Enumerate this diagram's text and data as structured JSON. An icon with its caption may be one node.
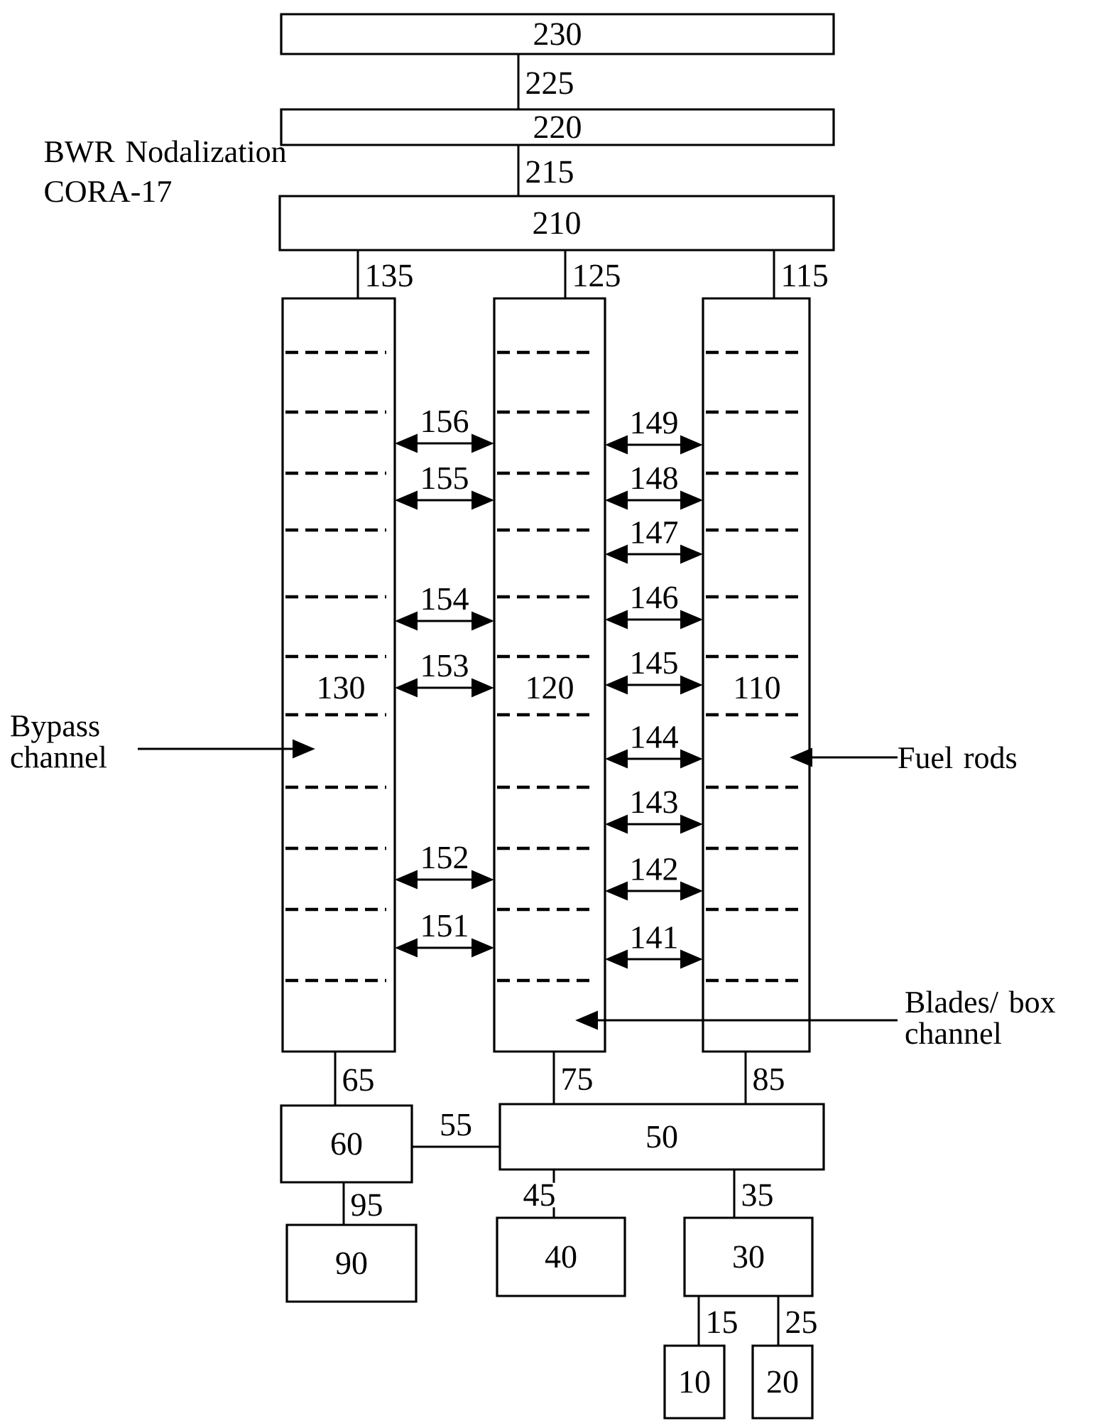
{
  "diagram": {
    "title": "BWR Nodalization CORA-17",
    "nodes": [
      {
        "text": [
          "230"
        ]
      },
      {
        "text": [
          "220"
        ]
      },
      {
        "text": [
          "210"
        ]
      },
      {
        "text": [
          "130"
        ]
      },
      {
        "text": [
          "120"
        ]
      },
      {
        "text": [
          "110"
        ]
      },
      {
        "text": [
          "Bypass channel"
        ]
      },
      {
        "text": [
          "Fuel rods"
        ]
      },
      {
        "text": [
          "Blades/ box channel"
        ]
      },
      {
        "text": [
          "60"
        ]
      },
      {
        "text": [
          "50"
        ]
      },
      {
        "text": [
          "90"
        ]
      },
      {
        "text": [
          "40"
        ]
      },
      {
        "text": [
          "30"
        ]
      },
      {
        "text": [
          "10"
        ]
      },
      {
        "text": [
          "20"
        ]
      }
    ],
    "edges": [
      {
        "from": 0,
        "to": 1,
        "arrow": "none",
        "label": "225"
      },
      {
        "from": 1,
        "to": 2,
        "arrow": "none",
        "label": "215"
      },
      {
        "from": 2,
        "to": 3,
        "arrow": "none",
        "label": "135"
      },
      {
        "from": 2,
        "to": 4,
        "arrow": "none",
        "label": "125"
      },
      {
        "from": 2,
        "to": 5,
        "arrow": "none",
        "label": "115"
      },
      {
        "from": 3,
        "to": 4,
        "arrow": "both",
        "label": "156"
      },
      {
        "from": 3,
        "to": 4,
        "arrow": "both",
        "label": "155"
      },
      {
        "from": 3,
        "to": 4,
        "arrow": "both",
        "label": "154"
      },
      {
        "from": 3,
        "to": 4,
        "arrow": "both",
        "label": "153"
      },
      {
        "from": 3,
        "to": 4,
        "arrow": "both",
        "label": "152"
      },
      {
        "from": 3,
        "to": 4,
        "arrow": "both",
        "label": "151"
      },
      {
        "from": 4,
        "to": 5,
        "arrow": "both",
        "label": "149"
      },
      {
        "from": 4,
        "to": 5,
        "arrow": "both",
        "label": "148"
      },
      {
        "from": 4,
        "to": 5,
        "arrow": "both",
        "label": "147"
      },
      {
        "from": 4,
        "to": 5,
        "arrow": "both",
        "label": "146"
      },
      {
        "from": 4,
        "to": 5,
        "arrow": "both",
        "label": "145"
      },
      {
        "from": 4,
        "to": 5,
        "arrow": "both",
        "label": "144"
      },
      {
        "from": 4,
        "to": 5,
        "arrow": "both",
        "label": "143"
      },
      {
        "from": 4,
        "to": 5,
        "arrow": "both",
        "label": "142"
      },
      {
        "from": 4,
        "to": 5,
        "arrow": "both",
        "label": "141"
      },
      {
        "from": 6,
        "to": 3,
        "arrow": "to"
      },
      {
        "from": 7,
        "to": 5,
        "arrow": "to"
      },
      {
        "from": 8,
        "to": 4,
        "arrow": "to"
      },
      {
        "from": 3,
        "to": 9,
        "arrow": "none",
        "label": "65"
      },
      {
        "from": 4,
        "to": 10,
        "arrow": "none",
        "label": "75"
      },
      {
        "from": 5,
        "to": 10,
        "arrow": "none",
        "label": "85"
      },
      {
        "from": 9,
        "to": 10,
        "arrow": "none",
        "label": "55"
      },
      {
        "from": 9,
        "to": 11,
        "arrow": "none",
        "label": "95"
      },
      {
        "from": 10,
        "to": 12,
        "arrow": "none",
        "label": "45"
      },
      {
        "from": 10,
        "to": 13,
        "arrow": "none",
        "label": "35"
      },
      {
        "from": 13,
        "to": 14,
        "arrow": "none",
        "label": "15"
      },
      {
        "from": 13,
        "to": 15,
        "arrow": "none",
        "label": "25"
      }
    ]
  }
}
